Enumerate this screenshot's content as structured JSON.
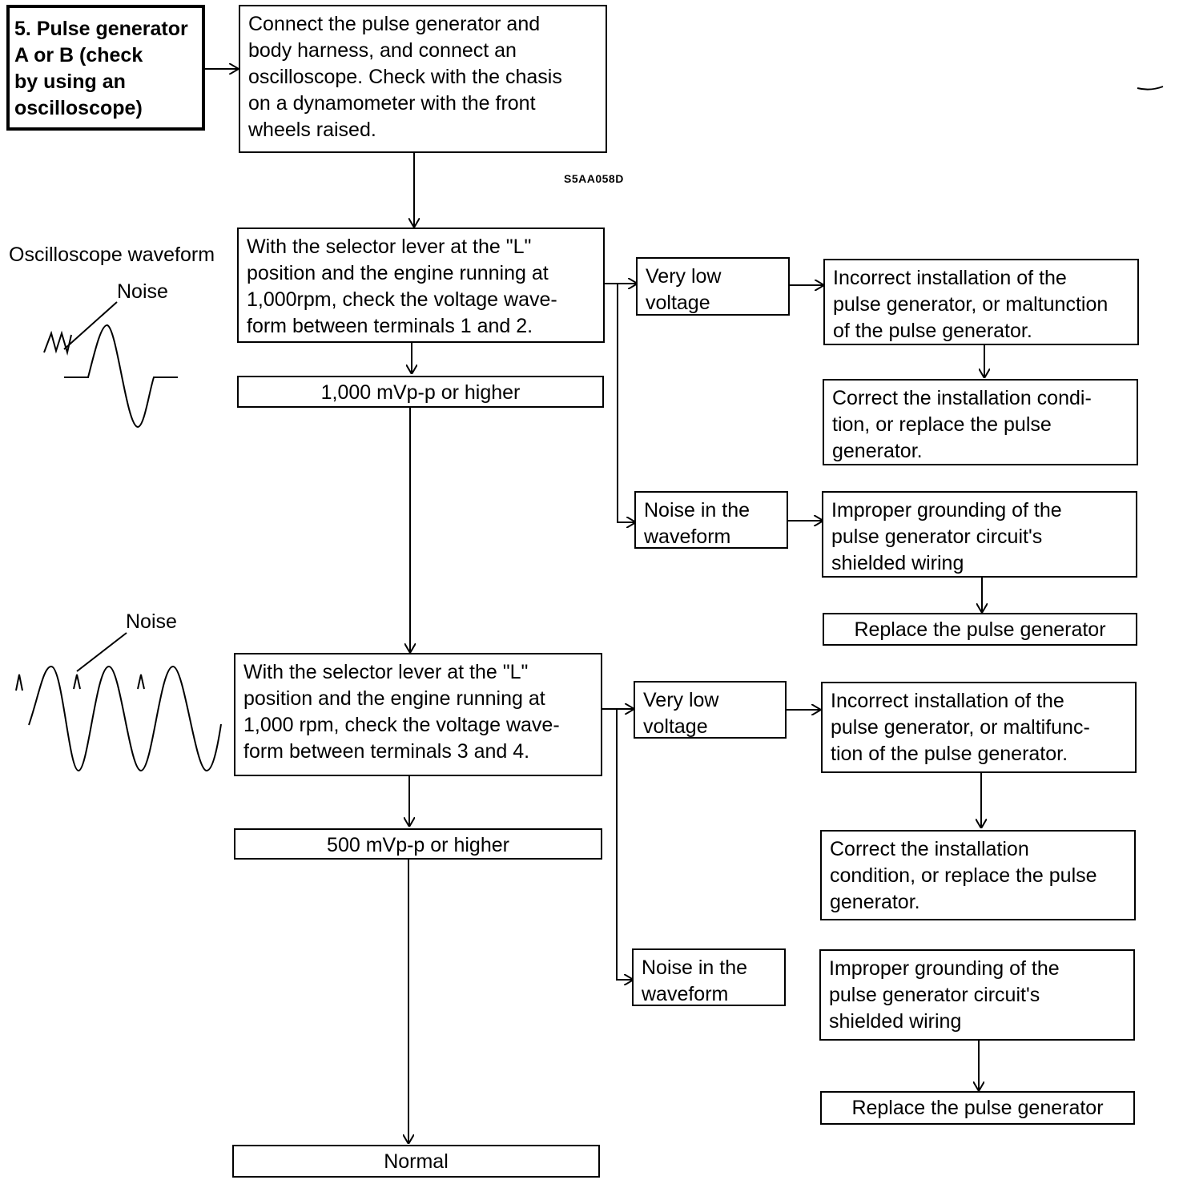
{
  "code": "S5AA058D",
  "title": "5. Pulse generator\n   A or B (check\n   by using an\n   oscilloscope)",
  "nodes": {
    "connect": "Connect the pulse generator and\nbody harness, and connect an\noscilloscope. Check with the chasis\non a dynamometer with the front\nwheels raised.",
    "check1": "With the selector lever at the \"L\"\nposition and the engine running at\n1,000rpm, check the voltage wave-\nform between terminals 1 and 2.",
    "result1": "1,000 mVp-p or higher",
    "verylow1": "Very low\nvoltage",
    "incorrect1": "Incorrect installation of the\npulse generator, or maltunction\nof the pulse generator.",
    "correct1": "Correct the installation condi-\ntion, or replace the pulse\ngenerator.",
    "noise1": "Noise in the\nwaveform",
    "improper1": "Improper grounding of the\npulse generator circuit's\nshielded wiring",
    "replace1": "Replace the pulse generator",
    "check2": "With the selector lever at the \"L\"\nposition and the engine running at\n1,000 rpm, check the voltage wave-\nform between terminals 3 and 4.",
    "result2": "500 mVp-p or higher",
    "verylow2": "Very low\nvoltage",
    "incorrect2": "Incorrect installation of the\npulse generator, or maltifunc-\ntion of the pulse generator.",
    "correct2": "Correct the installation\ncondition, or replace the pulse\ngenerator.",
    "noise2": "Noise in the\nwaveform",
    "improper2": "Improper grounding of the\npulse generator circuit's\nshielded wiring",
    "replace2": "Replace the pulse generator",
    "normal": "Normal"
  },
  "labels": {
    "osc_waveform": "Oscilloscope waveform",
    "noise_top": "Noise",
    "noise_bottom": "Noise"
  }
}
